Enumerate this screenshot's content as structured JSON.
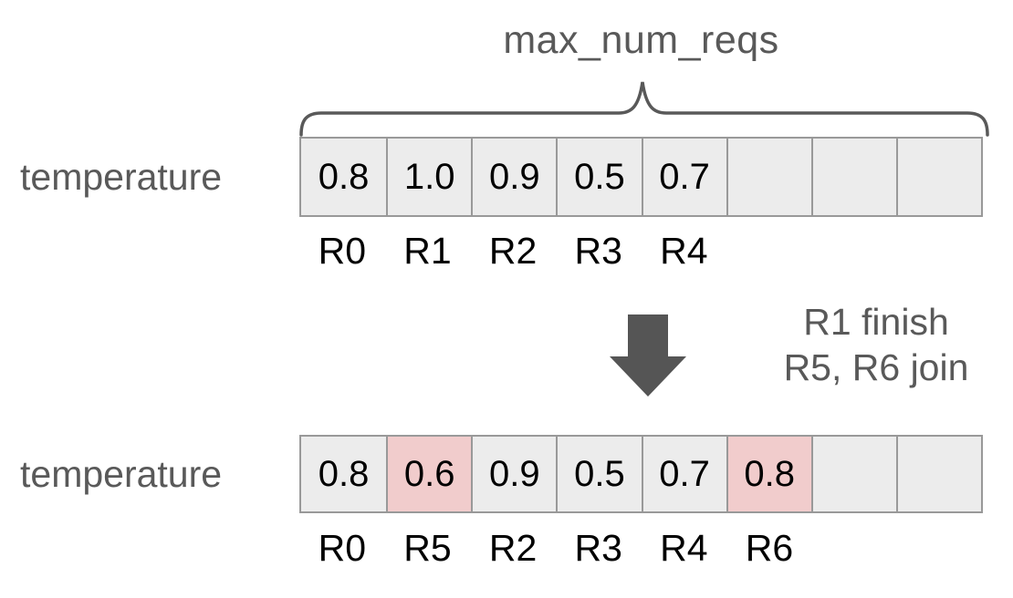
{
  "title": "max_num_reqs",
  "colors": {
    "background": "#ffffff",
    "cell_bg": "#ececec",
    "cell_highlight_bg": "#f1cccc",
    "cell_border": "#999999",
    "gray_text": "#595959",
    "black_text": "#000000",
    "arrow_fill": "#555555"
  },
  "row_before": {
    "label": "temperature",
    "cells": [
      {
        "value": "0.8",
        "highlight": false
      },
      {
        "value": "1.0",
        "highlight": false
      },
      {
        "value": "0.9",
        "highlight": false
      },
      {
        "value": "0.5",
        "highlight": false
      },
      {
        "value": "0.7",
        "highlight": false
      },
      {
        "value": "",
        "highlight": false
      },
      {
        "value": "",
        "highlight": false
      },
      {
        "value": "",
        "highlight": false
      }
    ],
    "request_labels": [
      "R0",
      "R1",
      "R2",
      "R3",
      "R4"
    ]
  },
  "transition": {
    "line1": "R1 finish",
    "line2": "R5, R6 join"
  },
  "row_after": {
    "label": "temperature",
    "cells": [
      {
        "value": "0.8",
        "highlight": false
      },
      {
        "value": "0.6",
        "highlight": true
      },
      {
        "value": "0.9",
        "highlight": false
      },
      {
        "value": "0.5",
        "highlight": false
      },
      {
        "value": "0.7",
        "highlight": false
      },
      {
        "value": "0.8",
        "highlight": true
      },
      {
        "value": "",
        "highlight": false
      },
      {
        "value": "",
        "highlight": false
      }
    ],
    "request_labels": [
      "R0",
      "R5",
      "R2",
      "R3",
      "R4",
      "R6"
    ]
  }
}
